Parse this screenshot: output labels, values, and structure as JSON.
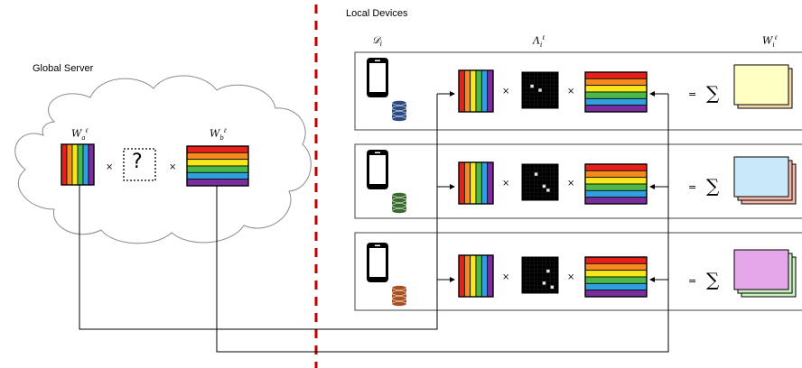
{
  "global_server": {
    "title": "Global Server",
    "wa_label": "W",
    "wa_sub": "a",
    "wa_sup": "ℓ",
    "wb_label": "W",
    "wb_sub": "b",
    "wb_sup": "ℓ",
    "times": "×",
    "unknown": "?"
  },
  "local": {
    "title": "Local Devices",
    "d_label": "𝒟",
    "d_sub": "i",
    "lambda_label": "Λ",
    "lambda_sub": "i",
    "lambda_sup": "ℓ",
    "w_label": "W",
    "w_sub": "i",
    "w_sup": "ℓ",
    "times": "×",
    "equals": "=",
    "sum": "∑"
  },
  "colors": {
    "rainbow": [
      "#e8201c",
      "#f58a1f",
      "#f7e81c",
      "#4cb848",
      "#2f9fe0",
      "#7a2e9e"
    ],
    "divider": "#c00000",
    "db_colors": [
      "#2b4a80",
      "#3a6b2e",
      "#a8511e"
    ],
    "result_front": [
      "#ffffc4",
      "#c9e9f8",
      "#e6a6ea"
    ],
    "result_back": [
      "#f5d8a8",
      "#f4b6a8",
      "#c8f0c0"
    ]
  },
  "devices": [
    {
      "sparse_cells": [
        [
          3,
          2
        ],
        [
          4,
          4
        ]
      ],
      "result_layers": 2
    },
    {
      "sparse_cells": [
        [
          2,
          3
        ],
        [
          5,
          5
        ],
        [
          6,
          6
        ]
      ],
      "result_layers": 3
    },
    {
      "sparse_cells": [
        [
          3,
          6
        ],
        [
          6,
          5
        ],
        [
          7,
          7
        ]
      ],
      "result_layers": 3
    }
  ]
}
